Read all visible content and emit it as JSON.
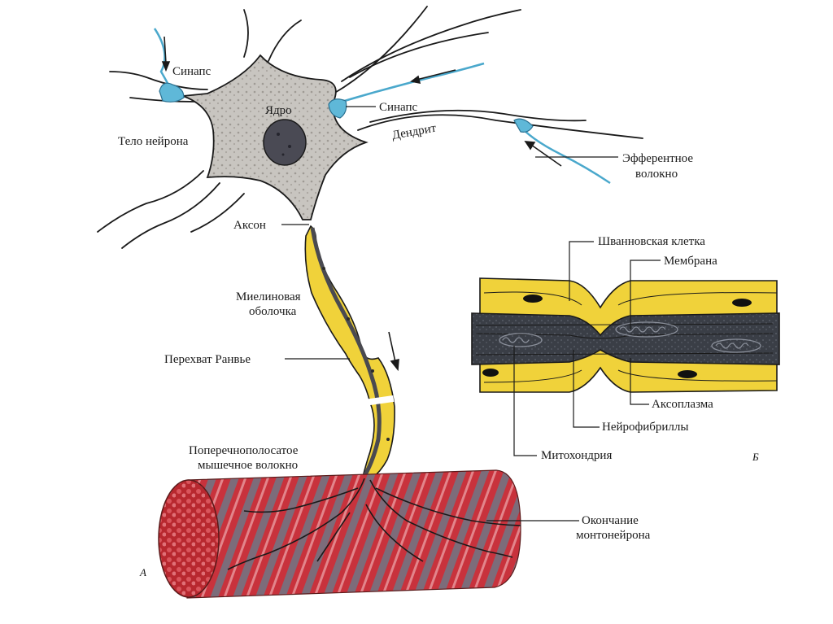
{
  "labels": {
    "synapse_top": "Синапс",
    "nucleus": "Ядро",
    "synapse_right": "Синапс",
    "neuron_body": "Тело нейрона",
    "dendrite": "Дендрит",
    "efferent_1": "Эфферентное",
    "efferent_2": "волокно",
    "axon": "Аксон",
    "myelin_1": "Миелиновая",
    "myelin_2": "оболочка",
    "ranvier": "Перехват Ранвье",
    "muscle_1": "Поперечнополосатое",
    "muscle_2": "мышечное волокно",
    "ending_1": "Окончание",
    "ending_2": "монтонейрона",
    "schwann": "Шванновская клетка",
    "membrane": "Мембрана",
    "axoplasm": "Аксоплазма",
    "neurofibrils": "Нейрофибриллы",
    "mitochondria": "Митохондрия",
    "panel_a": "А",
    "panel_b": "Б"
  },
  "colors": {
    "soma": "#c9c6c1",
    "myelin": "#f0d23a",
    "axoplasm": "#3c4048",
    "synapse": "#5fb8d8",
    "muscle_red": "#c8323c",
    "muscle_stripe": "#7a6a78"
  }
}
